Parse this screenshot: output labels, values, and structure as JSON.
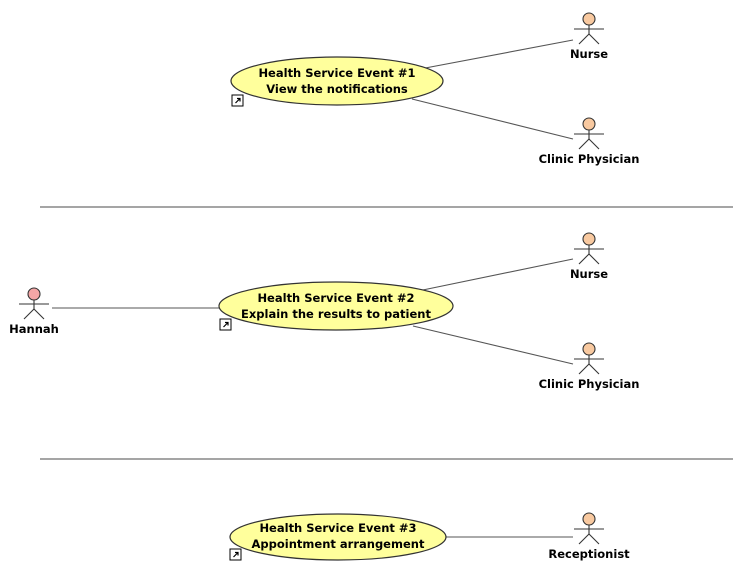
{
  "diagram": {
    "actors": [
      {
        "id": "nurse1",
        "label": "Nurse",
        "head_color": "#f8c9a0"
      },
      {
        "id": "physician1",
        "label": "Clinic Physician",
        "head_color": "#f8c9a0"
      },
      {
        "id": "hannah",
        "label": "Hannah",
        "head_color": "#f4a6a6"
      },
      {
        "id": "nurse2",
        "label": "Nurse",
        "head_color": "#f8c9a0"
      },
      {
        "id": "physician2",
        "label": "Clinic Physician",
        "head_color": "#f8c9a0"
      },
      {
        "id": "receptionist",
        "label": "Receptionist",
        "head_color": "#f8c9a0"
      }
    ],
    "use_cases": [
      {
        "id": "uc1",
        "line1": "Health Service Event #1",
        "line2": "View the notifications"
      },
      {
        "id": "uc2",
        "line1": "Health Service Event #2",
        "line2": "Explain the results to patient"
      },
      {
        "id": "uc3",
        "line1": "Health Service Event #3",
        "line2": "Appointment arrangement"
      }
    ],
    "associations": [
      {
        "from": "uc1",
        "to": "nurse1"
      },
      {
        "from": "uc1",
        "to": "physician1"
      },
      {
        "from": "hannah",
        "to": "uc2"
      },
      {
        "from": "uc2",
        "to": "nurse2"
      },
      {
        "from": "uc2",
        "to": "physician2"
      },
      {
        "from": "uc3",
        "to": "receptionist"
      }
    ],
    "colors": {
      "use_case_fill": "#ffff9c",
      "background": "#ffffff"
    }
  }
}
